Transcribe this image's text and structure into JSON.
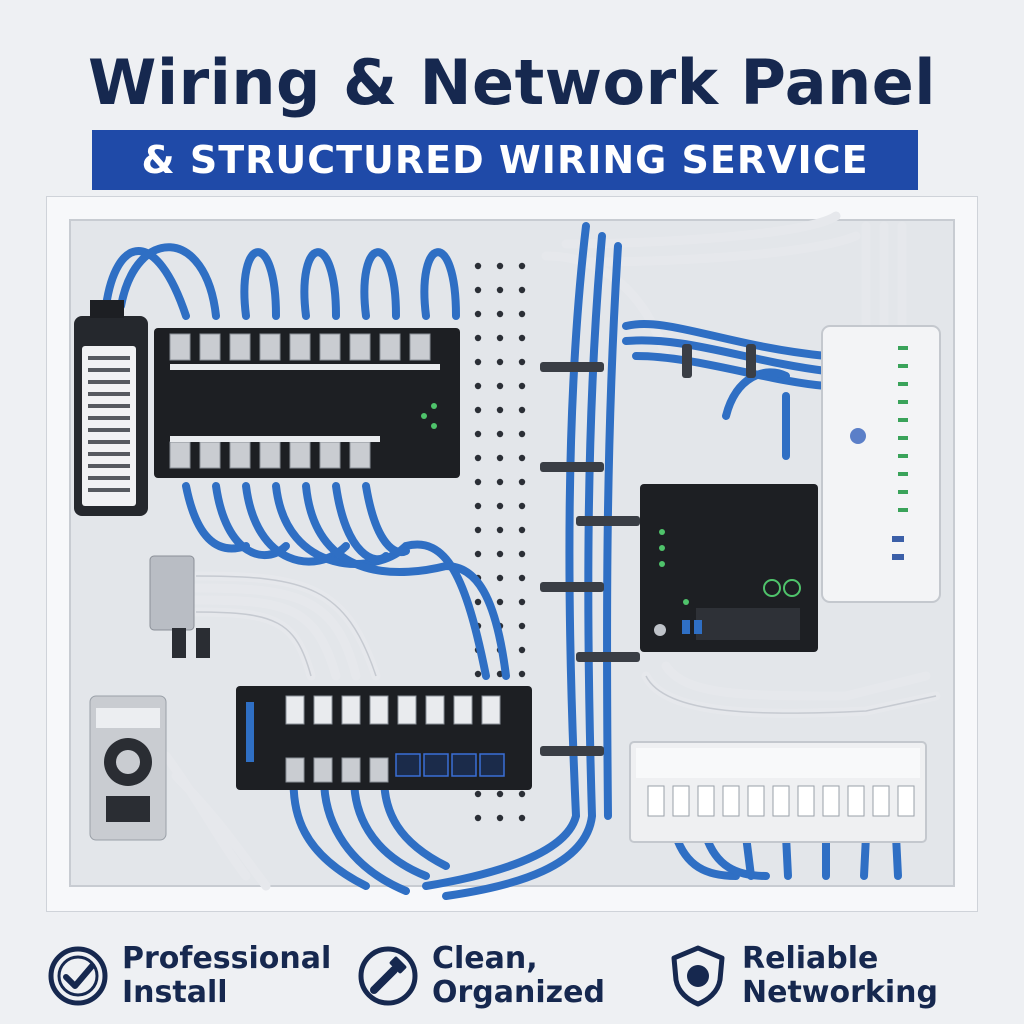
{
  "header": {
    "title": "Wiring & Network Panel",
    "subtitle": "& STRUCTURED WIRING SERVICE"
  },
  "colors": {
    "navy": "#16284f",
    "banner_blue": "#1f4aa8",
    "cable_blue": "#2f6fc4",
    "cable_white": "#e6e8ec",
    "device_black": "#1d1f23"
  },
  "features": [
    {
      "icon": "checkmark-badge-icon",
      "line1": "Professional",
      "line2": "Install"
    },
    {
      "icon": "tools-badge-icon",
      "line1": "Clean,",
      "line2": "Organized"
    },
    {
      "icon": "shield-icon",
      "line1": "Reliable",
      "line2": "Networking"
    }
  ]
}
